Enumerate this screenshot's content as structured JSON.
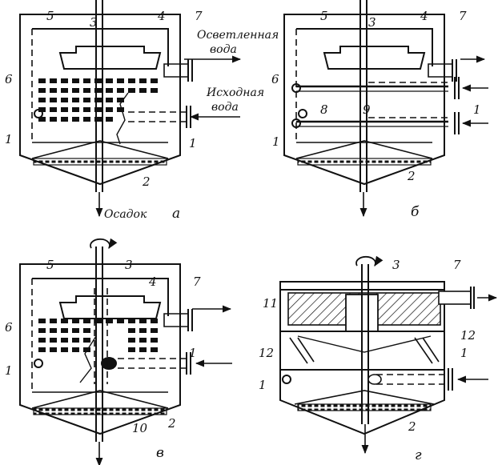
{
  "labels": {
    "clarified_water": [
      "Осветленная",
      "вода"
    ],
    "source_water": [
      "Исходная",
      "вода"
    ],
    "sludge": "Осадок"
  },
  "panels": {
    "a": "а",
    "b": "б",
    "v": "в",
    "g": "г"
  },
  "numbers": {
    "n1": "1",
    "n2": "2",
    "n3": "3",
    "n4": "4",
    "n5": "5",
    "n6": "6",
    "n7": "7",
    "n8": "8",
    "n9": "9",
    "n10": "10",
    "n11": "11",
    "n12": "12"
  },
  "colors": {
    "ink": "#111111",
    "paper": "#ffffff"
  }
}
